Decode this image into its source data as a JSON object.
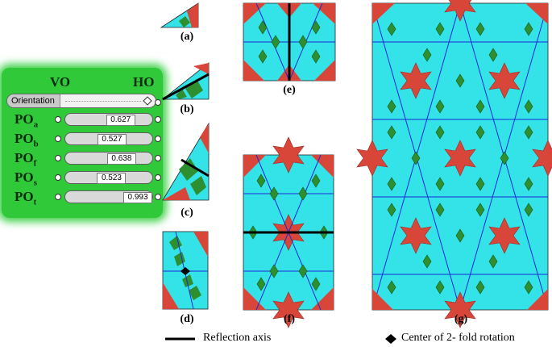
{
  "panel": {
    "vo_label": "VO",
    "ho_label": "HO",
    "orientation_label": "Orientation",
    "params": [
      {
        "name": "PO",
        "sub": "a",
        "value": "0.627",
        "fraction": 0.627
      },
      {
        "name": "PO",
        "sub": "b",
        "value": "0.527",
        "fraction": 0.527
      },
      {
        "name": "PO",
        "sub": "f",
        "value": "0.638",
        "fraction": 0.638
      },
      {
        "name": "PO",
        "sub": "s",
        "value": "0.523",
        "fraction": 0.523
      },
      {
        "name": "PO",
        "sub": "t",
        "value": "0.993",
        "fraction": 0.993
      }
    ]
  },
  "captions": {
    "a": "(a)",
    "b": "(b)",
    "c": "(c)",
    "d": "(d)",
    "e": "(e)",
    "f": "(f)",
    "g": "(g)"
  },
  "legend": {
    "reflection": "Reflection axis",
    "rotation": "Center of 2- fold rotation"
  },
  "colors": {
    "cyan": "#33e3e8",
    "red": "#d8463a",
    "green": "#2e8f31",
    "line": "#1b2ad8",
    "panel_green": "#2fc93a"
  }
}
